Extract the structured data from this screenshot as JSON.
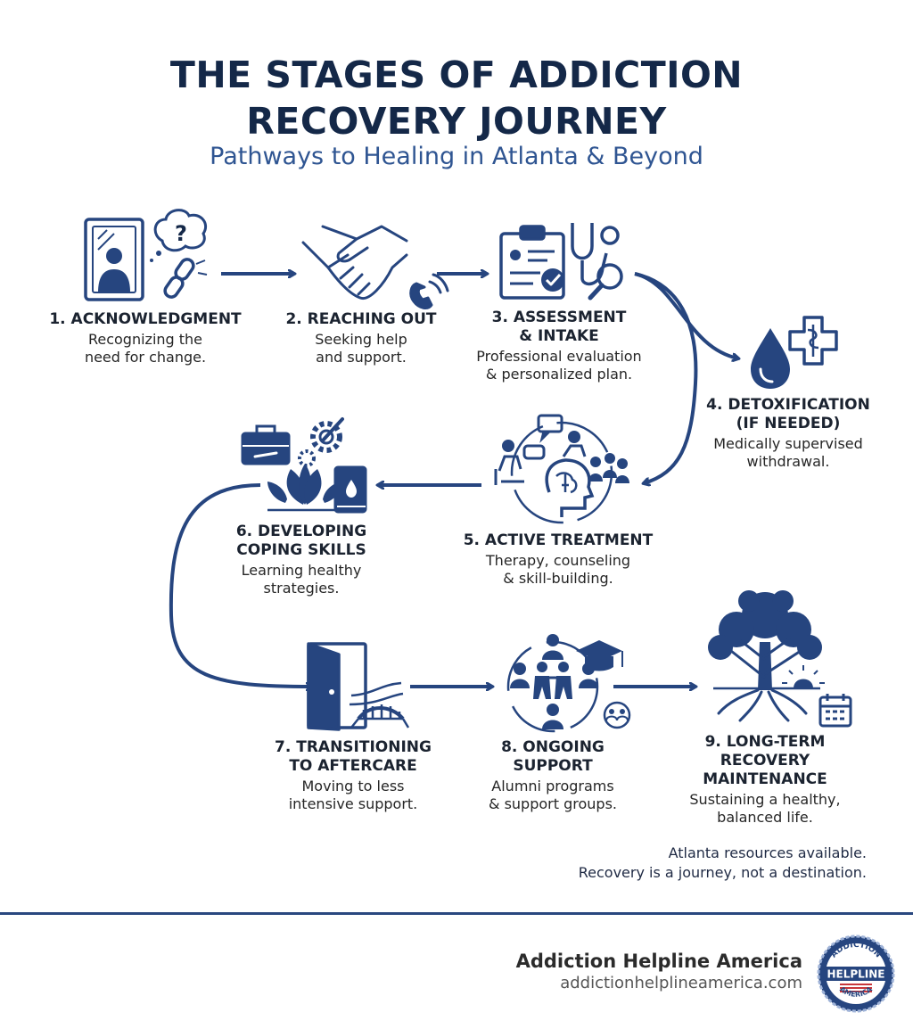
{
  "header": {
    "title_line1": "THE STAGES OF ADDICTION",
    "title_line2": "RECOVERY JOURNEY",
    "subtitle": "Pathways to Healing in Atlanta & Beyond"
  },
  "stages": [
    {
      "title": "1. ACKNOWLEDGMENT",
      "desc": [
        "Recognizing the",
        "need for change."
      ],
      "icon": "mirror-person-question-icon"
    },
    {
      "title": "2. REACHING OUT",
      "desc": [
        "Seeking help",
        "and support."
      ],
      "icon": "handshake-phone-icon"
    },
    {
      "title": [
        "3. ASSESSMENT",
        "& INTAKE"
      ],
      "desc": [
        "Professional evaluation",
        "& personalized plan."
      ],
      "icon": "clipboard-stethoscope-icon"
    },
    {
      "title": [
        "4. DETOXIFICATION",
        "(IF NEEDED)"
      ],
      "desc": [
        "Medically supervised",
        "withdrawal."
      ],
      "icon": "drop-medical-cross-icon"
    },
    {
      "title": "5. ACTIVE TREATMENT",
      "desc": [
        "Therapy, counseling",
        "& skill-building."
      ],
      "icon": "therapy-brain-icon"
    },
    {
      "title": [
        "6. DEVELOPING",
        "COPING SKILLS"
      ],
      "desc": [
        "Learning healthy",
        "strategies."
      ],
      "icon": "toolbox-lotus-icon"
    },
    {
      "title": [
        "7. TRANSITIONING",
        "TO AFTERCARE"
      ],
      "desc": [
        "Moving to less",
        "intensive support."
      ],
      "icon": "door-bridge-icon"
    },
    {
      "title": [
        "8. ONGOING",
        "SUPPORT"
      ],
      "desc": [
        "Alumni programs",
        "& support groups."
      ],
      "icon": "community-graduation-icon"
    },
    {
      "title": [
        "9. LONG-TERM",
        "RECOVERY",
        "MAINTENANCE"
      ],
      "desc": [
        "Sustaining a healthy,",
        "balanced life."
      ],
      "icon": "tree-sun-calendar-icon"
    }
  ],
  "note": {
    "line1": "Atlanta resources available.",
    "line2": "Recovery is a journey, not a destination."
  },
  "footer": {
    "brand": "Addiction Helpline America",
    "url": "addictionhelplineamerica.com",
    "seal_top": "ADDICTION",
    "seal_mid": "HELPLINE",
    "seal_bottom": "AMERICA"
  },
  "colors": {
    "navy": "#142848",
    "accent": "#2f5592",
    "icon": "#26457f",
    "seal_red": "#c8363b"
  }
}
